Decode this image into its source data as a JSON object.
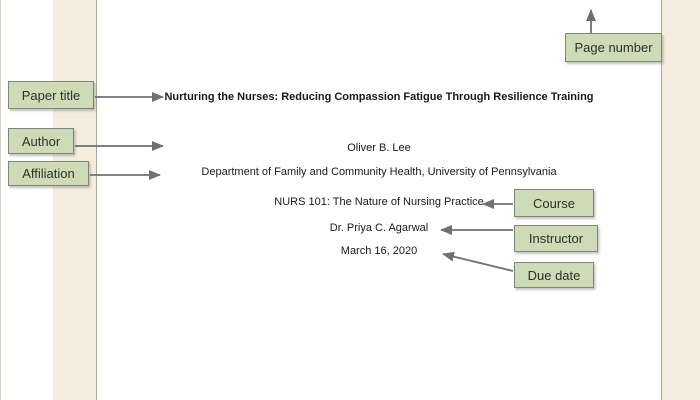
{
  "colors": {
    "callout_fill": "#cddcb6",
    "callout_border": "#7f857a",
    "gap_background": "#f4edde",
    "page_background": "#ffffff",
    "page_edge_line": "#aaa69c",
    "arrow": "#6d7174",
    "document_text": "#1a1a1a",
    "label_text": "#2e2e2e"
  },
  "callouts": {
    "page_number": "Page number",
    "paper_title": "Paper title",
    "author": "Author",
    "affiliation": "Affiliation",
    "course": "Course",
    "instructor": "Instructor",
    "due_date": "Due date"
  },
  "document": {
    "title": "Nurturing the Nurses: Reducing Compassion Fatigue Through Resilience Training",
    "author": "Oliver B. Lee",
    "affiliation": "Department of Family and Community Health, University of Pennsylvania",
    "course": "NURS 101: The Nature of Nursing Practice",
    "instructor": "Dr. Priya C. Agarwal",
    "due_date": "March 16, 2020"
  }
}
